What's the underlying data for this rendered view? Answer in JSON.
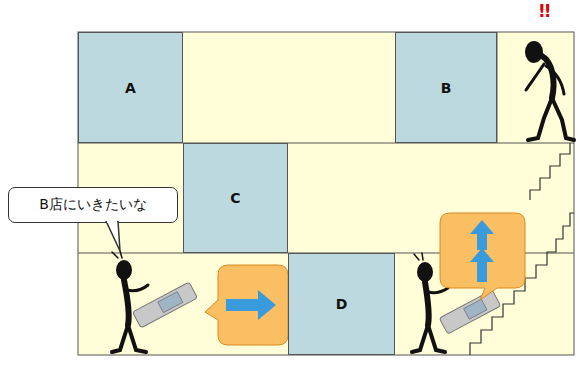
{
  "diagram": {
    "nodes": [
      {
        "text": [
          "A"
        ]
      },
      {
        "text": [
          "B"
        ]
      },
      {
        "text": [
          "C"
        ]
      },
      {
        "text": [
          "D"
        ]
      },
      {
        "text": [
          "B店にいきたいな"
        ]
      }
    ],
    "labels": [
      "!!"
    ]
  }
}
